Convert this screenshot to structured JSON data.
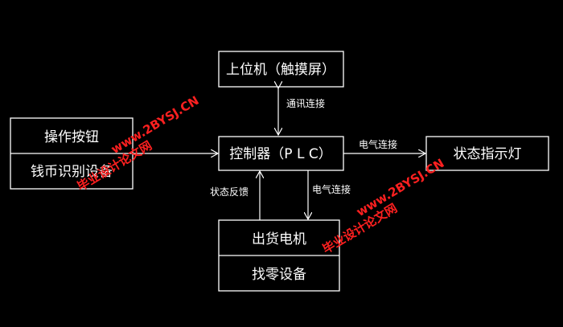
{
  "diagram": {
    "upper_computer": "上位机（触摸屏）",
    "operation_buttons": "操作按钮",
    "coin_recognition": "钱币识别设备",
    "controller": "控制器（P L C）",
    "status_light": "状态指示灯",
    "dispense_motor": "出货电机",
    "change_device": "找零设备",
    "edge_comm": "通讯连接",
    "edge_electric_right": "电气连接",
    "edge_electric_down": "电气连接",
    "edge_status_feedback": "状态反馈"
  },
  "watermarks": {
    "site": "www.2BYSJ.CN",
    "text": "毕业设计论文网"
  },
  "colors": {
    "background": "#000000",
    "lines": "#ffffff",
    "watermark": "#ff2020"
  }
}
